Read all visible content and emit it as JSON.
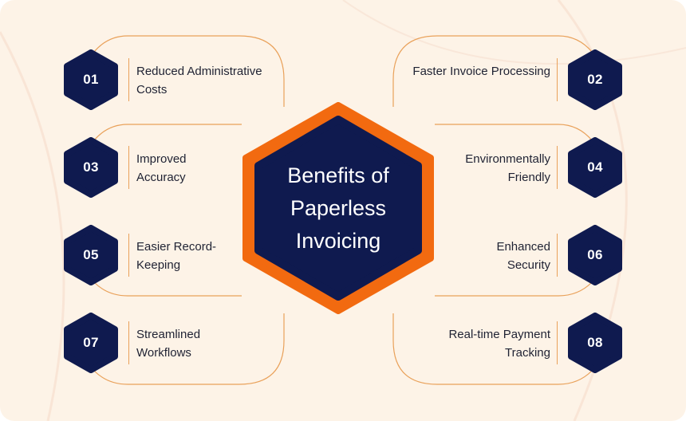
{
  "center": {
    "title": "Benefits of Paperless Invoicing"
  },
  "benefits": [
    {
      "number": "01",
      "label": "Reduced Administrative Costs"
    },
    {
      "number": "02",
      "label": "Faster Invoice Processing"
    },
    {
      "number": "03",
      "label": "Improved Accuracy"
    },
    {
      "number": "04",
      "label": "Environmentally Friendly"
    },
    {
      "number": "05",
      "label": "Easier Record-Keeping"
    },
    {
      "number": "06",
      "label": "Enhanced Security"
    },
    {
      "number": "07",
      "label": "Streamlined Workflows"
    },
    {
      "number": "08",
      "label": "Real-time Payment Tracking"
    }
  ],
  "colors": {
    "background": "#fdf3e7",
    "navy": "#0f1a4f",
    "orange": "#f26a10",
    "connector": "#e9a15a"
  }
}
